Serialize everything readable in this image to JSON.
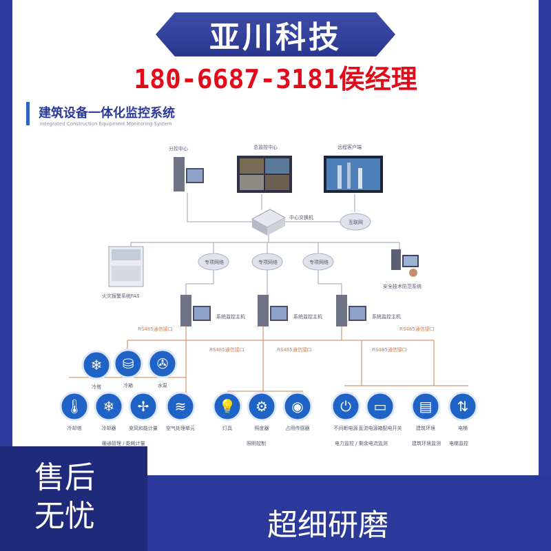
{
  "brand": {
    "name": "亚川科技",
    "phone": "180-6687-3181侯经理"
  },
  "bottom": {
    "left_line1": "售后",
    "left_line2": "无忧",
    "right": "超细研磨"
  },
  "diagram": {
    "title": "建筑设备一体化监控系统",
    "subtitle": "Integrated Construction Equipment Monitoring System",
    "top_nodes": [
      {
        "label": "分控中心",
        "icon": "workstation-icon"
      },
      {
        "label": "总监控中心",
        "icon": "monitor-wall-icon"
      },
      {
        "label": "远程客户端",
        "icon": "display-icon"
      }
    ],
    "center_switch": "中心交换机",
    "cloud_right": "互联网",
    "mid_clouds": [
      "专项网络",
      "专项网络",
      "专项网络"
    ],
    "fas": "火灾报警系统FAS",
    "security": "安全技术防范系统",
    "hosts": [
      "系统监控主机",
      "系统监控主机",
      "系统监控主机"
    ],
    "rs_labels": [
      "RS485通信接口",
      "RS485通信接口",
      "RS485通信接口",
      "RS485通信接口",
      "RS485通信接口"
    ],
    "upper_icons": [
      {
        "label": "冷塔",
        "icon": "cooling-tower-icon",
        "glyph": "❄"
      },
      {
        "label": "冷箱",
        "icon": "tank-icon",
        "glyph": "⛁"
      },
      {
        "label": "水泵",
        "icon": "pump-icon",
        "glyph": "✇"
      }
    ],
    "lower_icons": [
      {
        "label": "冷却塔",
        "icon": "thermometer-icon",
        "glyph": "🌡"
      },
      {
        "label": "冷却器",
        "icon": "snowflake-icon",
        "glyph": "❄"
      },
      {
        "label": "变风和能计量",
        "icon": "fan-icon",
        "glyph": "✢"
      },
      {
        "label": "空气处理单元",
        "icon": "wind-icon",
        "glyph": "≋"
      },
      {
        "label": "灯具",
        "icon": "bulb-icon",
        "glyph": "💡"
      },
      {
        "label": "照度器",
        "icon": "gear-icon",
        "glyph": "⚙"
      },
      {
        "label": "占用传感器",
        "icon": "sensor-icon",
        "glyph": "◉"
      },
      {
        "label": "不间断电源",
        "icon": "power-icon",
        "glyph": "⏻"
      },
      {
        "label": "直流电源箱配电开关",
        "icon": "battery-icon",
        "glyph": "▭"
      },
      {
        "label": "建筑环境",
        "icon": "chart-icon",
        "glyph": "▤"
      },
      {
        "label": "电梯",
        "icon": "elevator-icon",
        "glyph": "⇅"
      }
    ],
    "group_labels": [
      "暖通管理 / 能耗计量",
      "照明控制",
      "电力监控 / 剩余电流监测",
      "建筑环境监测",
      "电梯监控"
    ]
  }
}
